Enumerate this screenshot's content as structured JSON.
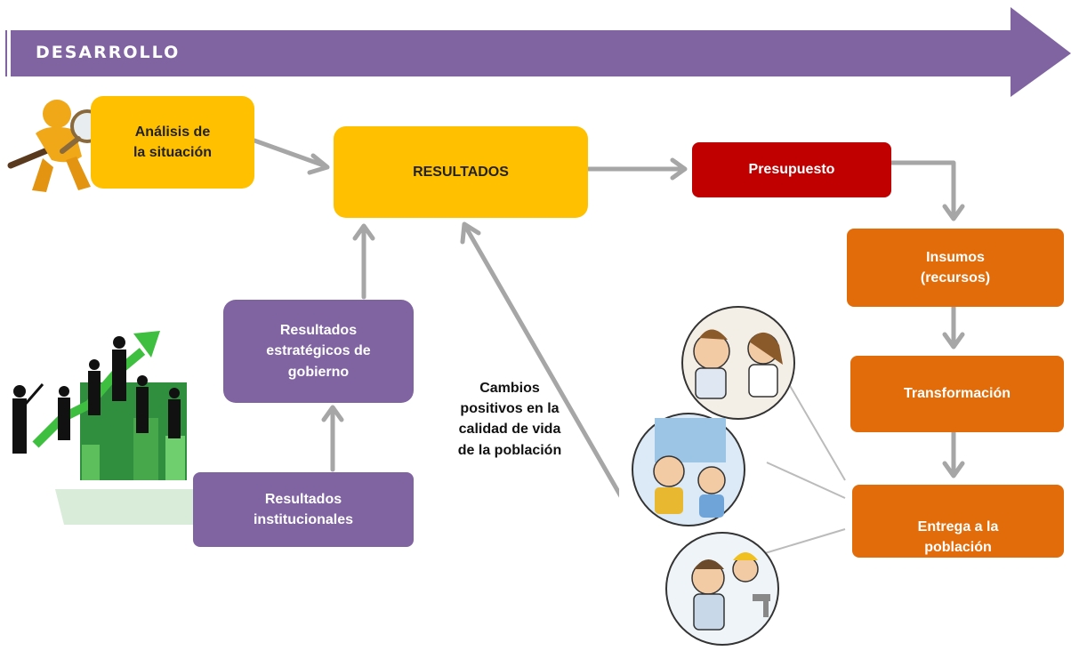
{
  "banner": {
    "title": "DESARROLLO"
  },
  "nodes": {
    "analisis": "Análisis de\nla situación",
    "resultados": "RESULTADOS",
    "presupuesto": "Presupuesto",
    "insumos": "Insumos\n(recursos)",
    "transformacion": "Transformación",
    "entrega": "Entrega a la\npoblación",
    "estrategicos": "Resultados\nestratégicos de\ngobierno",
    "institucionales": "Resultados\ninstitucionales"
  },
  "caption": "Cambios\npositivos en la\ncalidad de vida\nde la población",
  "colors": {
    "banner": "#8064a2",
    "yellow": "#ffc000",
    "purple": "#8064a2",
    "red": "#c00000",
    "orange": "#e36c0a",
    "arrow": "#a6a6a6"
  }
}
